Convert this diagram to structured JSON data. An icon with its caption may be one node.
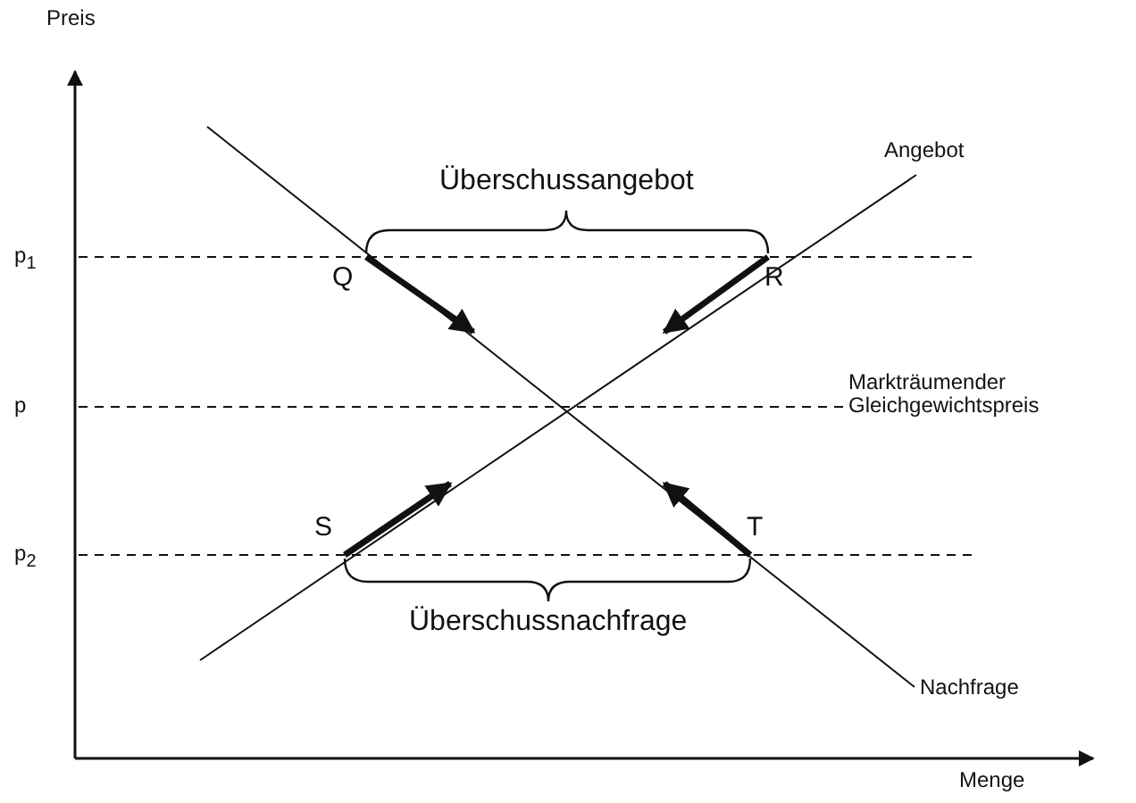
{
  "diagram": {
    "labels": [
      "Preis",
      "p$_{1}$",
      "p",
      "p$_{2}$",
      "Überschussangebot",
      "Angebot",
      "Q",
      "R",
      "Markträumender Gleichgewichtspreis",
      "S",
      "T",
      "Überschussnachfrage",
      "Nachfrage",
      "Menge"
    ]
  }
}
